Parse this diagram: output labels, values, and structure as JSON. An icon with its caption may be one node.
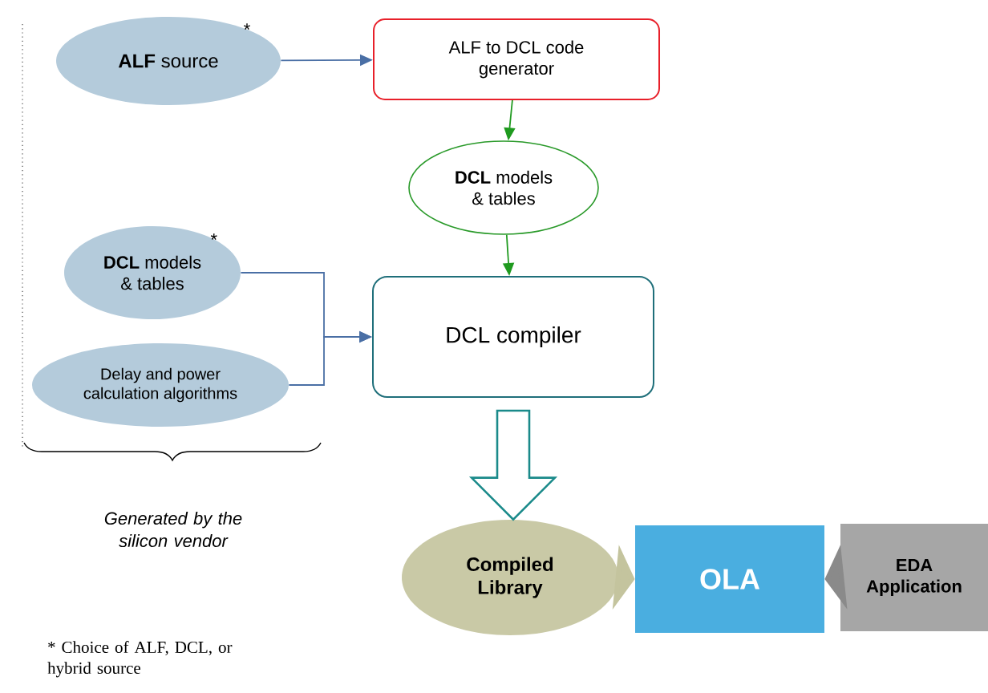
{
  "diagram": {
    "nodes": [
      {
        "text": [
          "**ALF** source"
        ],
        "beside": [
          "*"
        ]
      },
      {
        "text": [
          "ALF to DCL code generator"
        ]
      },
      {
        "text": [
          "**DCL** models & tables"
        ]
      },
      {
        "text": [
          "**DCL** models & tables"
        ],
        "beside": [
          "*"
        ]
      },
      {
        "text": [
          "Delay and power calculation algorithms"
        ]
      },
      {
        "text": [
          "DCL compiler"
        ]
      },
      {
        "text": [
          "Compiled Library"
        ]
      },
      {
        "text": [
          "OLA"
        ]
      },
      {
        "text": [
          "EDA Application"
        ]
      }
    ],
    "edges": [
      {
        "from": 0,
        "to": 1,
        "arrow": "to"
      },
      {
        "from": 1,
        "to": 2,
        "arrow": "to",
        "color": "#1f9a1f"
      },
      {
        "from": 2,
        "to": 5,
        "arrow": "to",
        "color": "#1f9a1f"
      },
      {
        "from": 3,
        "to": 5,
        "arrow": "to"
      },
      {
        "from": 4,
        "to": 5,
        "arrow": "to"
      },
      {
        "from": 5,
        "to": 6,
        "arrow": "to",
        "style": "thick",
        "color": "#1a8a8a"
      },
      {
        "from": 6,
        "to": 7,
        "arrow": "to",
        "style": "thick",
        "color": "#c4c49e"
      },
      {
        "from": 8,
        "to": 7,
        "arrow": "to",
        "style": "thick",
        "color": "#8a8a8a"
      }
    ],
    "labels": [
      "Generated by the silicon vendor",
      "* Choice of ALF, DCL, or hybrid source"
    ]
  }
}
